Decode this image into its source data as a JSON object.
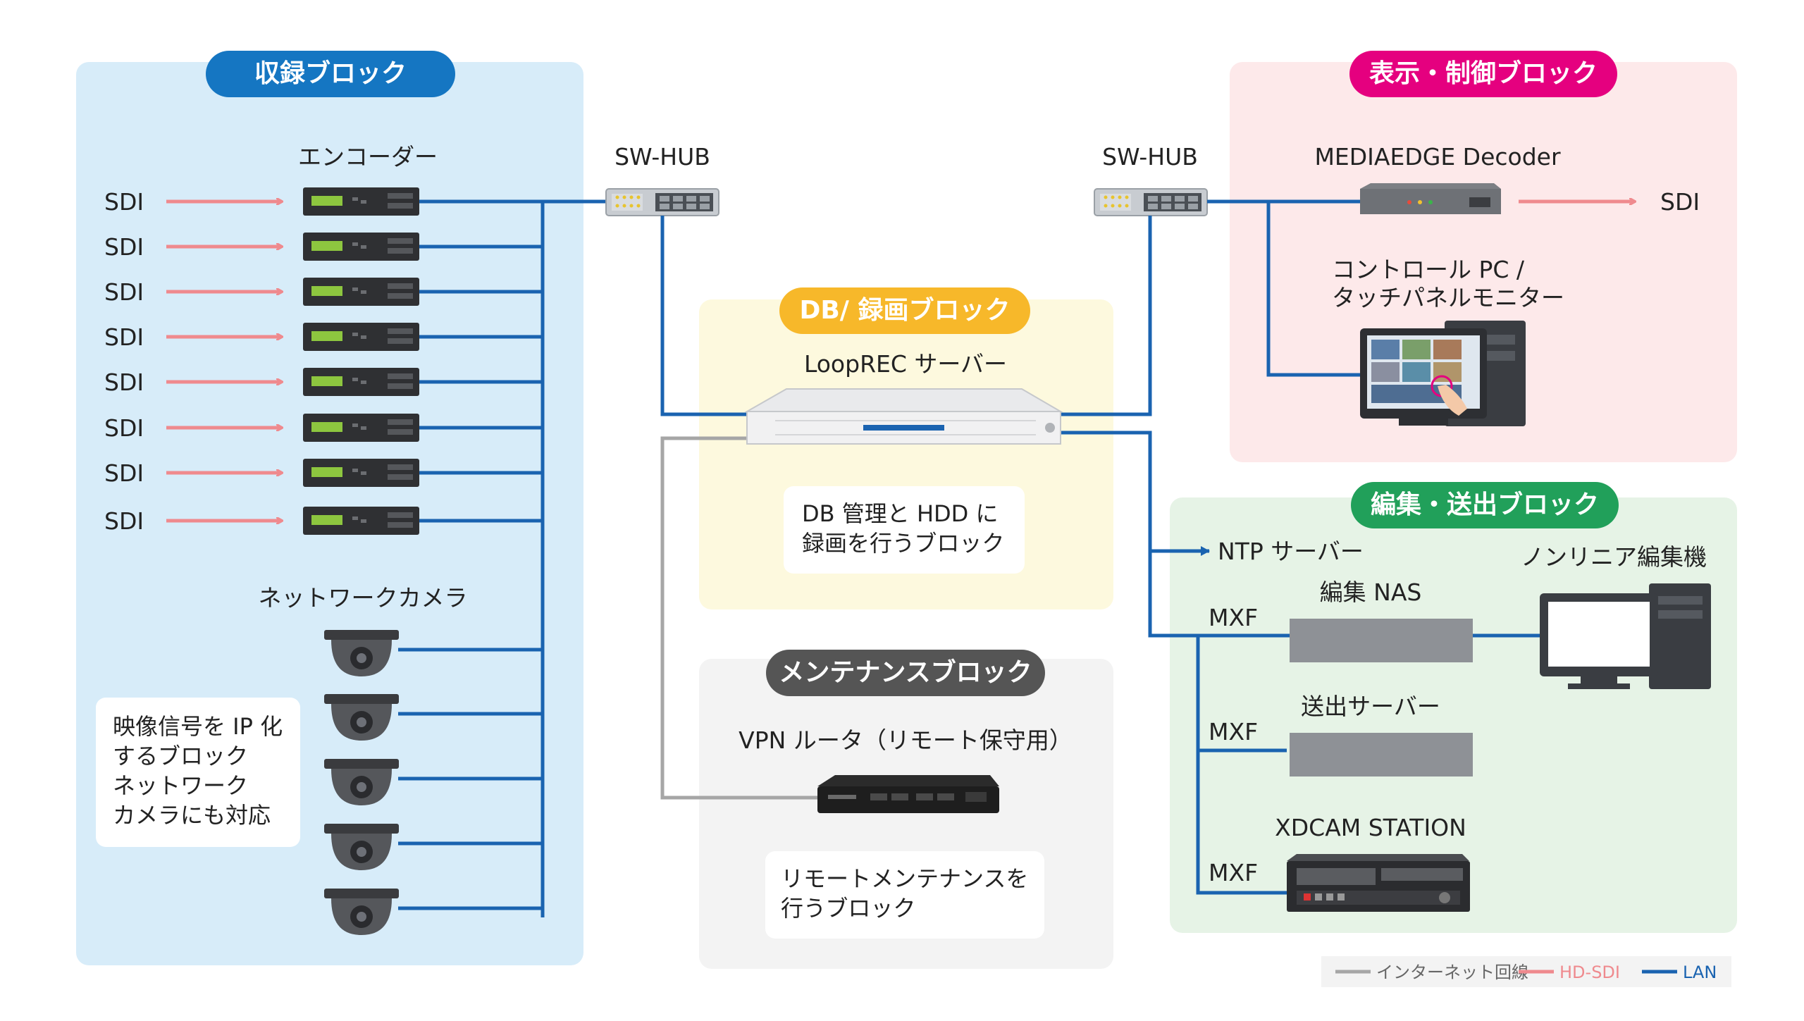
{
  "colors": {
    "lan": "#1a63b0",
    "hd_sdi": "#ef8a8e",
    "internet": "#a6a6a6",
    "recording_bg": "#d7ecf9",
    "recording_pill": "#1576c2",
    "display_bg": "#fde9ea",
    "display_pill": "#e5007f",
    "editing_bg": "#e6f3e6",
    "editing_pill": "#21a05a",
    "db_bg": "#fdf9de",
    "db_pill": "#f7b82a",
    "maint_bg": "#f3f3f3",
    "maint_pill": "#555555"
  },
  "blocks": {
    "recording": "収録ブロック",
    "display": "表示・制御ブロック",
    "db": "DB/ 録画ブロック",
    "maintenance": "メンテナンスブロック",
    "editing": "編集・送出ブロック"
  },
  "recording": {
    "encoder_title": "エンコーダー",
    "sdi_inputs": [
      "SDI",
      "SDI",
      "SDI",
      "SDI",
      "SDI",
      "SDI",
      "SDI",
      "SDI"
    ],
    "camera_title": "ネットワークカメラ",
    "camera_count": 5,
    "note": [
      "映像信号を IP 化",
      "するブロック",
      "ネットワーク",
      "カメラにも対応"
    ]
  },
  "hubs": {
    "left": "SW-HUB",
    "right": "SW-HUB"
  },
  "db": {
    "server_title": "LoopREC サーバー",
    "note": [
      "DB 管理と HDD に",
      "録画を行うブロック"
    ]
  },
  "maintenance": {
    "router_title": "VPN ルータ（リモート保守用）",
    "note": [
      "リモートメンテナンスを",
      "行うブロック"
    ]
  },
  "display": {
    "decoder_title": "MEDIAEDGE Decoder",
    "output": "SDI",
    "control_title": [
      "コントロール PC /",
      "タッチパネルモニター"
    ]
  },
  "editing": {
    "ntp": "NTP サーバー",
    "nle_title": "ノンリニア編集機",
    "nas_title": "編集 NAS",
    "playout_title": "送出サーバー",
    "xdcam_title": "XDCAM STATION",
    "mxf_labels": [
      "MXF",
      "MXF",
      "MXF"
    ]
  },
  "legend": {
    "internet": "インターネット回線",
    "hd_sdi": "HD-SDI",
    "lan": "LAN"
  }
}
